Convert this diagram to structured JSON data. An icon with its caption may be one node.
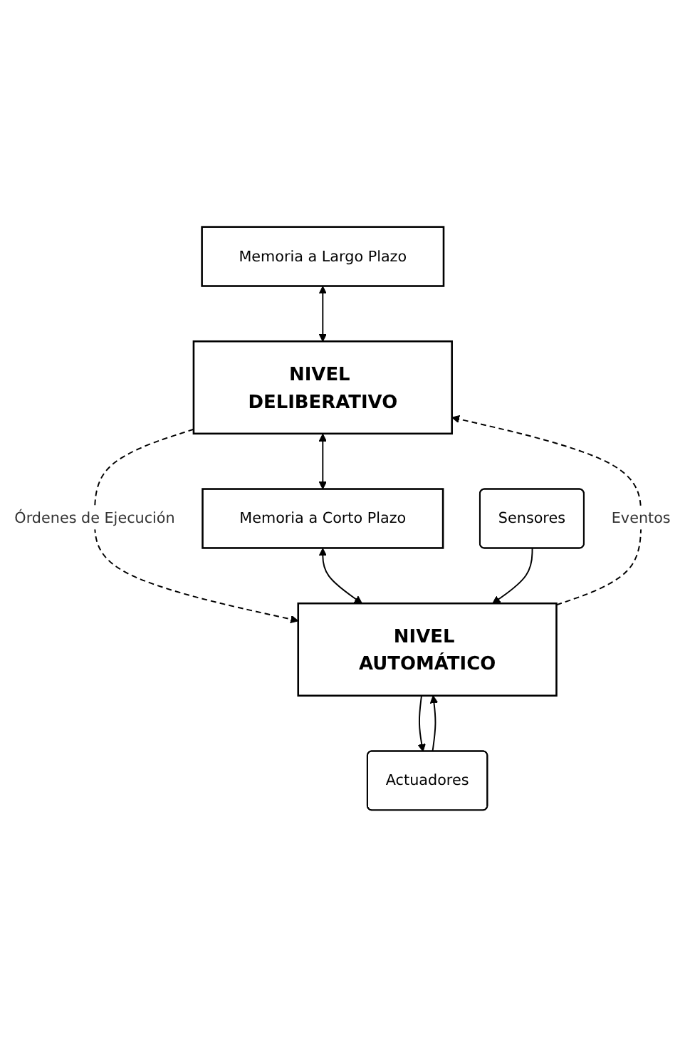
{
  "diagram": {
    "nodes": [
      {
        "text": [
          "Memoria a Largo Plazo"
        ]
      },
      {
        "text": [
          "NIVEL DELIBERATIVO"
        ]
      },
      {
        "text": [
          "Memoria a Corto Plazo"
        ]
      },
      {
        "text": [
          "NIVEL AUTOMÁTICO"
        ]
      },
      {
        "text": [
          "Sensores"
        ]
      },
      {
        "text": [
          "Actuadores"
        ]
      }
    ],
    "edges": [
      {
        "from": 0,
        "to": 1,
        "arrow": "both"
      },
      {
        "from": 3,
        "to": 1,
        "arrow": "to",
        "label": "Eventos",
        "style": "dashed"
      },
      {
        "from": 1,
        "to": 3,
        "arrow": "to",
        "label": "Órdenes de Ejecución",
        "style": "dashed"
      },
      {
        "from": 1,
        "to": 2,
        "arrow": "both"
      },
      {
        "from": 2,
        "to": 3,
        "arrow": "both"
      },
      {
        "from": 4,
        "to": 3,
        "arrow": "to"
      },
      {
        "from": 3,
        "to": 5,
        "arrow": "to"
      },
      {
        "from": 5,
        "to": 3,
        "arrow": "to"
      }
    ]
  }
}
